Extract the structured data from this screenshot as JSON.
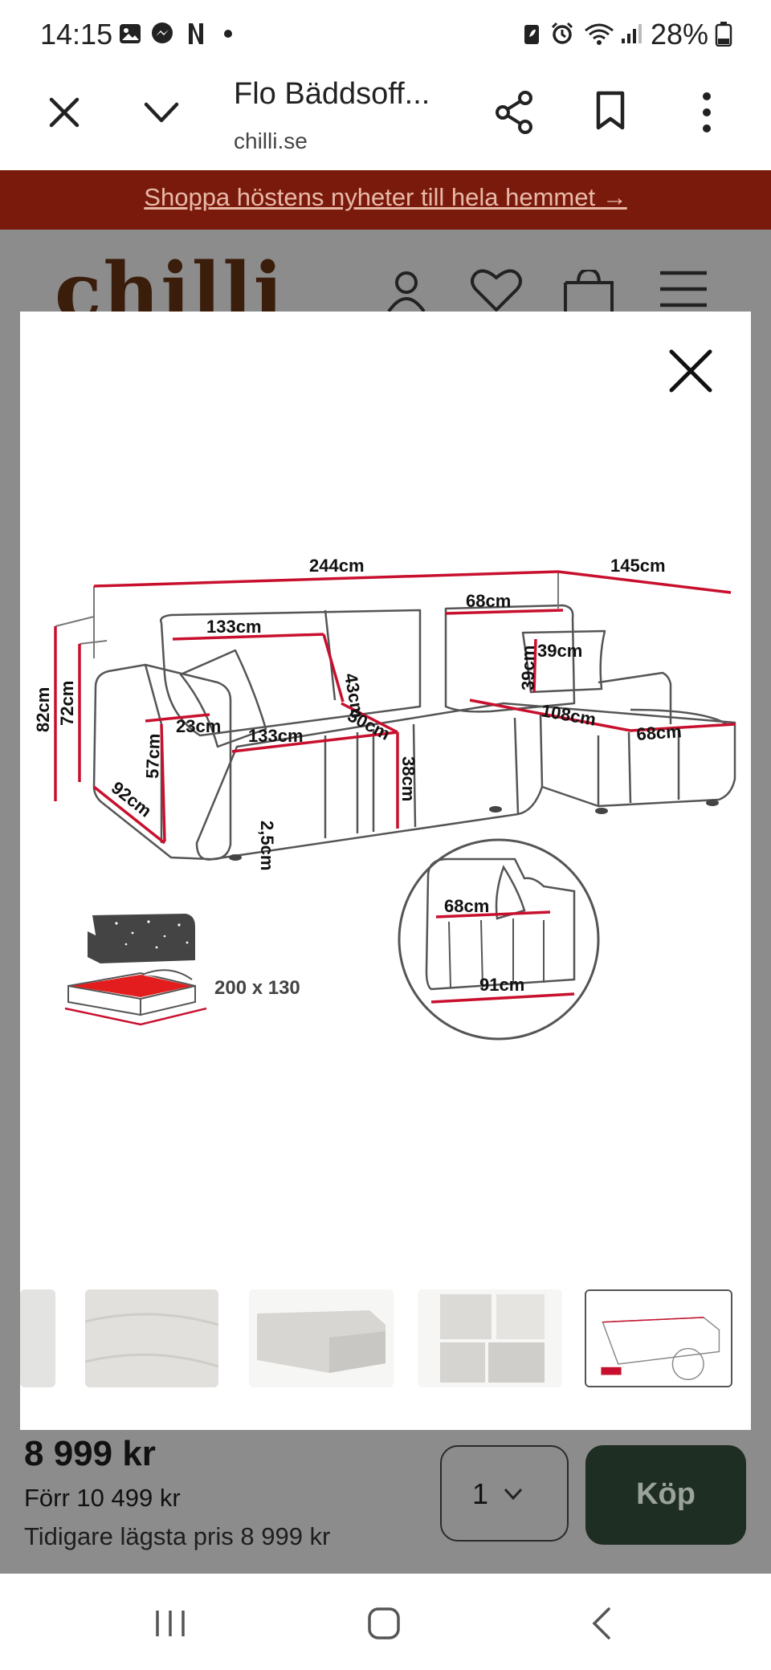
{
  "status_bar": {
    "time": "14:15",
    "battery": "28%",
    "icons": [
      "gallery-icon",
      "messenger-icon",
      "netflix-icon",
      "dot-icon",
      "battery-saver-icon",
      "alarm-icon",
      "wifi-icon",
      "signal-icon",
      "battery-icon"
    ]
  },
  "browser": {
    "page_title": "Flo Bäddsoff...",
    "domain": "chilli.se",
    "icons": [
      "close-icon",
      "chevron-down-icon",
      "share-icon",
      "bookmark-icon",
      "more-vertical-icon"
    ]
  },
  "promo": {
    "text": "Shoppa höstens nyheter till hela hemmet →"
  },
  "site": {
    "logo": "chilli",
    "icons": [
      "account-icon",
      "heart-icon",
      "bag-icon",
      "menu-icon"
    ]
  },
  "diagram": {
    "dims": {
      "width_total": "244cm",
      "depth_chaise": "145cm",
      "chaise_back": "68cm",
      "seat_width_top": "133cm",
      "back_height": "43cm",
      "pillow": "39cm",
      "pillow_h": "39cm",
      "height_total": "82cm",
      "height_arm": "72cm",
      "arm_height": "57cm",
      "arm_width": "23cm",
      "seat_width": "133cm",
      "seat_depth": "50cm",
      "chaise_len": "108cm",
      "chaise_w": "68cm",
      "depth": "92cm",
      "seat_height": "38cm",
      "leg": "2,5cm",
      "detail_68": "68cm",
      "detail_91": "91cm"
    },
    "bed_size": "200 x 130"
  },
  "colors": {
    "accent_red": "#c8102e",
    "promo_bg": "#7a1a0c",
    "buy_bg": "#1f2e22"
  },
  "product": {
    "price": "8 999 kr",
    "previous_price": "Förr 10 499 kr",
    "lowest_price": "Tidigare lägsta pris 8 999 kr",
    "quantity": "1",
    "buy_label": "Köp"
  },
  "nav": {
    "icons": [
      "recent-apps-icon",
      "home-icon",
      "back-icon"
    ]
  }
}
